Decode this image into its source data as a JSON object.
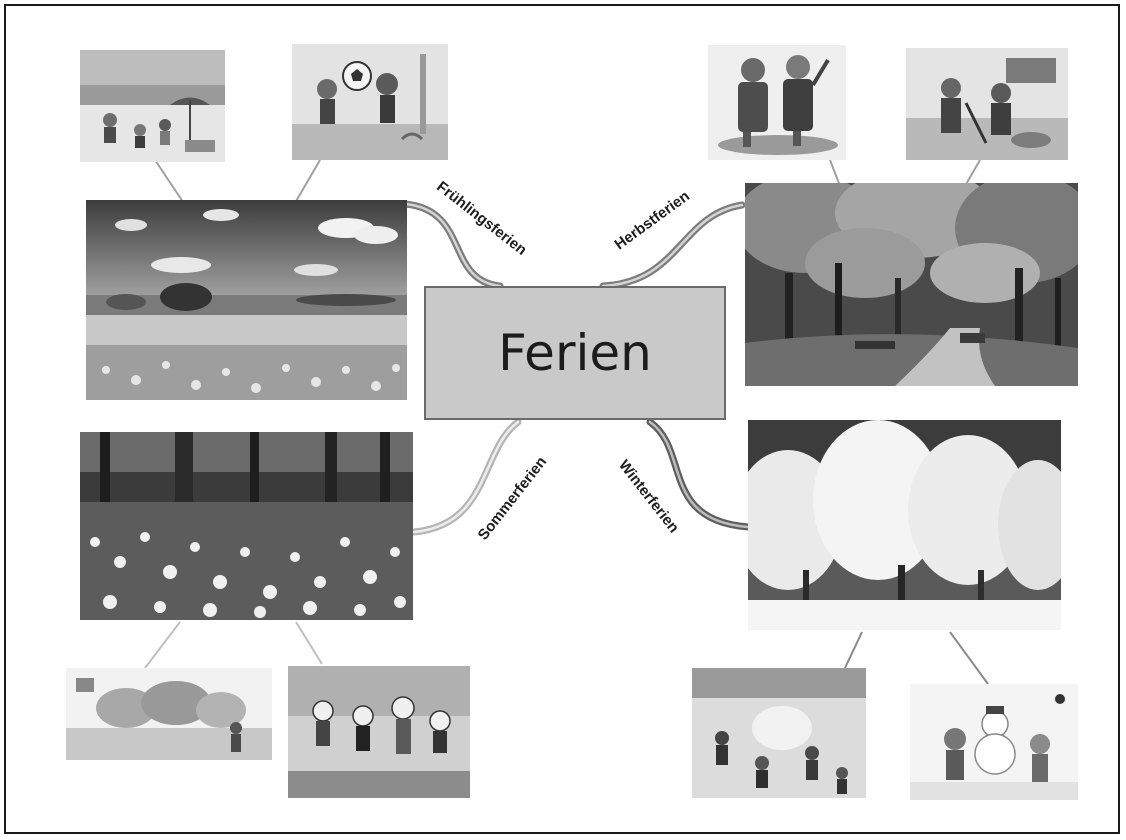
{
  "center": {
    "title": "Ferien"
  },
  "branches": {
    "spring": "Frühlingsferien",
    "autumn": "Herbstferien",
    "summer": "Sommerferien",
    "winter": "Winterferien"
  },
  "colors": {
    "border": "#1a1a1a",
    "center_fill": "#c9c9c9",
    "center_border": "#6a6a6a",
    "branch_stroke": "#8a8a8a",
    "connector": "#a0a0a0"
  }
}
